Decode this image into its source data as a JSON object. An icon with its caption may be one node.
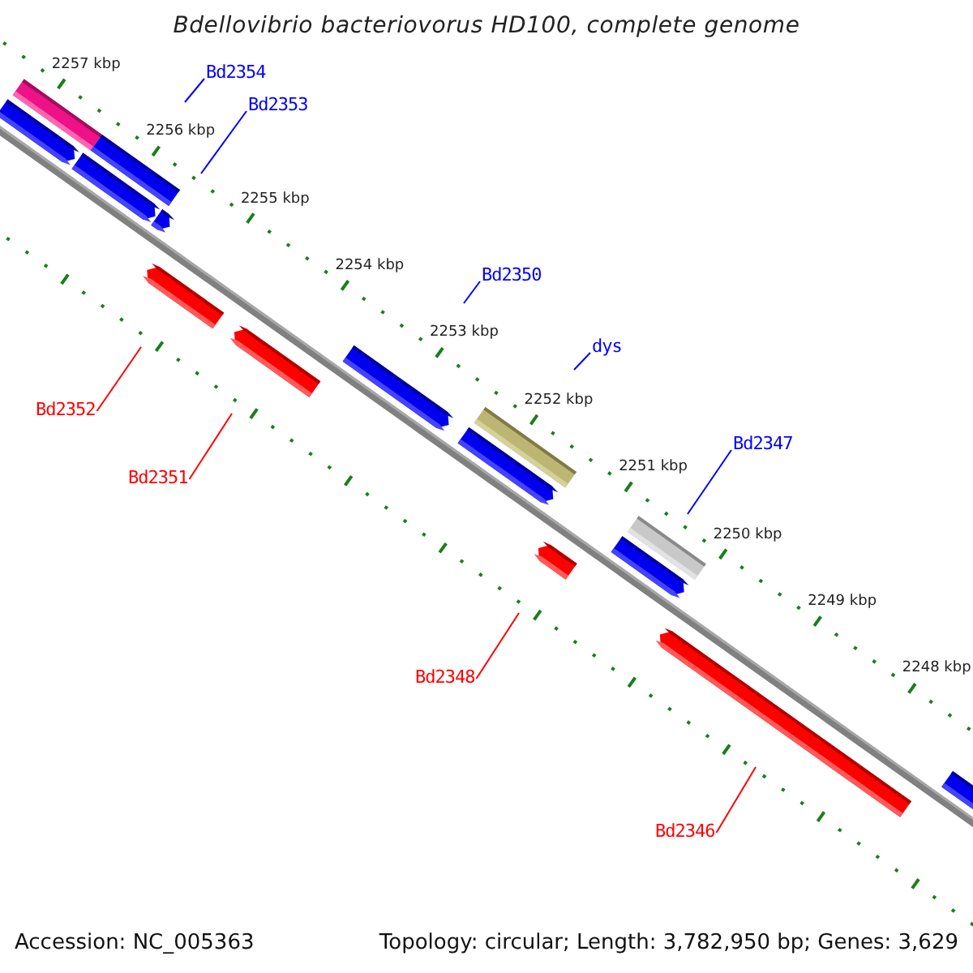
{
  "diagram": {
    "title": "Bdellovibrio bacteriovorus HD100, complete genome",
    "nodes": [
      {
        "text": [
          "Bd2354"
        ]
      },
      {
        "text": [
          "Bd2353"
        ]
      },
      {
        "text": [
          "Bd2350"
        ]
      },
      {
        "text": [
          "dys"
        ]
      },
      {
        "text": [
          "Bd2347"
        ]
      },
      {
        "text": [
          "Bd2352"
        ]
      },
      {
        "text": [
          "Bd2351"
        ]
      },
      {
        "text": [
          "Bd2348"
        ]
      },
      {
        "text": [
          "Bd2346"
        ]
      }
    ],
    "edges": [
      {
        "from": 0,
        "to": null,
        "arrow": "none"
      },
      {
        "from": 1,
        "to": null,
        "arrow": "none"
      },
      {
        "from": 2,
        "to": null,
        "arrow": "none"
      },
      {
        "from": 3,
        "to": null,
        "arrow": "none"
      },
      {
        "from": 4,
        "to": null,
        "arrow": "none"
      },
      {
        "from": 5,
        "to": null,
        "arrow": "none",
        "color": "#ff0000"
      },
      {
        "from": 6,
        "to": null,
        "arrow": "none",
        "color": "#ff0000"
      },
      {
        "from": 7,
        "to": null,
        "arrow": "none",
        "color": "#ff0000"
      },
      {
        "from": 8,
        "to": null,
        "arrow": "none",
        "color": "#ff0000"
      }
    ],
    "labels": [
      "2257 kbp",
      "2256 kbp",
      "2255 kbp",
      "2254 kbp",
      "2253 kbp",
      "2252 kbp",
      "2251 kbp",
      "2250 kbp",
      "2249 kbp",
      "2248 kbp",
      "Accession: NC_005363",
      "Topology: circular; Length: 3,782,950 bp; Genes: 3,629"
    ]
  }
}
